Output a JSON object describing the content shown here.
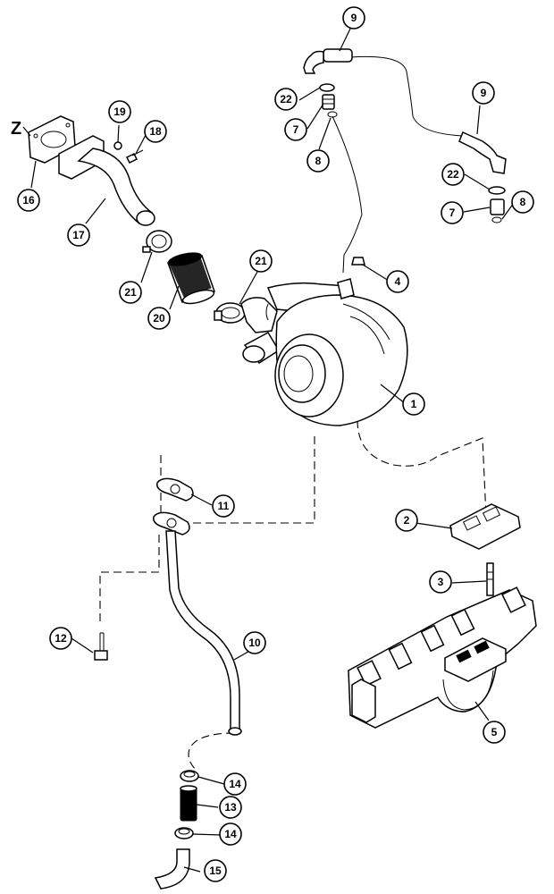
{
  "diagram": {
    "z_label": "Z",
    "callouts": {
      "c1": "1",
      "c2": "2",
      "c3": "3",
      "c4": "4",
      "c5": "5",
      "c7a": "7",
      "c7b": "7",
      "c8a": "8",
      "c8b": "8",
      "c9a": "9",
      "c9b": "9",
      "c10": "10",
      "c11": "11",
      "c12": "12",
      "c13": "13",
      "c14a": "14",
      "c14b": "14",
      "c15": "15",
      "c16": "16",
      "c17": "17",
      "c18": "18",
      "c19": "19",
      "c20": "20",
      "c21a": "21",
      "c21b": "21",
      "c22a": "22",
      "c22b": "22"
    }
  }
}
